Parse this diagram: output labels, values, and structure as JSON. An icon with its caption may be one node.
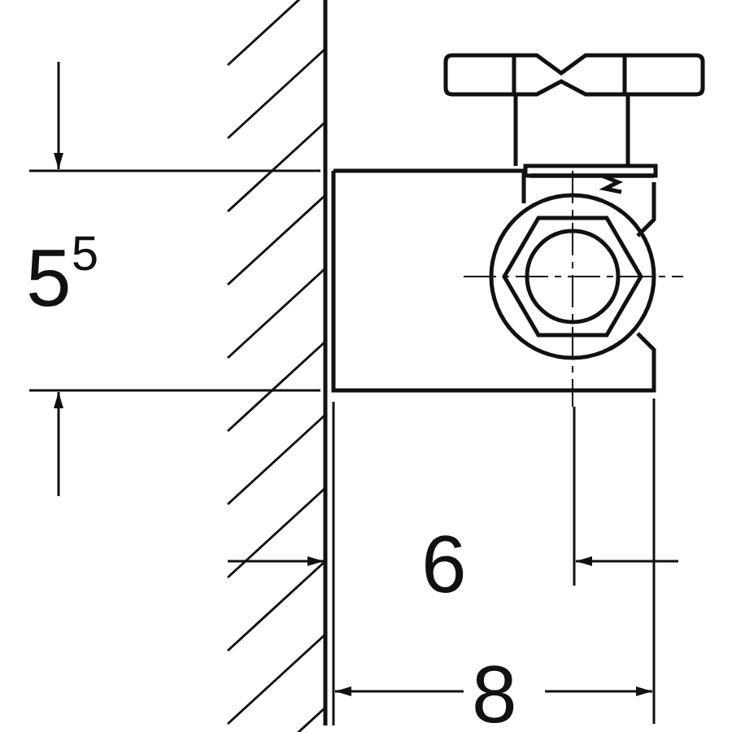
{
  "diagram": {
    "labels": [
      "5$^{5}$",
      "6",
      "8"
    ]
  }
}
